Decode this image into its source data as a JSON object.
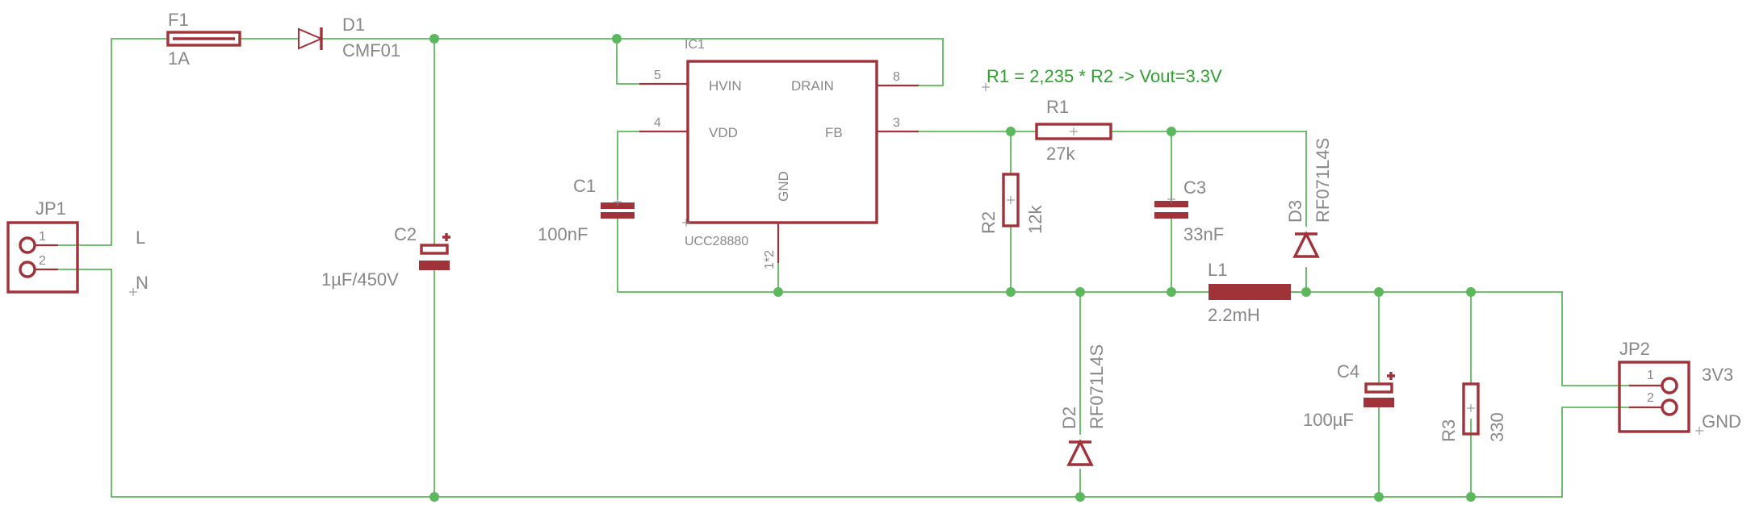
{
  "colors": {
    "wire": "#5cb85c",
    "component": "#a0333a",
    "text": "#888888",
    "note": "#2ea12e"
  },
  "note": "R1 = 2,235 * R2 -> Vout=3.3V",
  "jp1": {
    "name": "JP1",
    "pin1": "1",
    "pin2": "2",
    "net1": "L",
    "net2": "N"
  },
  "jp2": {
    "name": "JP2",
    "pin1": "1",
    "pin2": "2",
    "net1": "3V3",
    "net2": "GND"
  },
  "f1": {
    "name": "F1",
    "value": "1A"
  },
  "d1": {
    "name": "D1",
    "value": "CMF01"
  },
  "c2": {
    "name": "C2",
    "value": "1µF/450V"
  },
  "c1": {
    "name": "C1",
    "value": "100nF"
  },
  "ic1": {
    "name": "IC1",
    "value": "UCC28880",
    "gnd_pins": "1*2",
    "pins": {
      "hvin": "HVIN",
      "drain": "DRAIN",
      "vdd": "VDD",
      "fb": "FB",
      "gnd": "GND",
      "n5": "5",
      "n8": "8",
      "n4": "4",
      "n3": "3"
    }
  },
  "r1": {
    "name": "R1",
    "value": "27k"
  },
  "r2": {
    "name": "R2",
    "value": "12k"
  },
  "c3": {
    "name": "C3",
    "value": "33nF"
  },
  "d3": {
    "name": "D3",
    "value": "RF071L4S"
  },
  "d2": {
    "name": "D2",
    "value": "RF071L4S"
  },
  "l1": {
    "name": "L1",
    "value": "2.2mH"
  },
  "c4": {
    "name": "C4",
    "value": "100µF"
  },
  "r3": {
    "name": "R3",
    "value": "330"
  }
}
